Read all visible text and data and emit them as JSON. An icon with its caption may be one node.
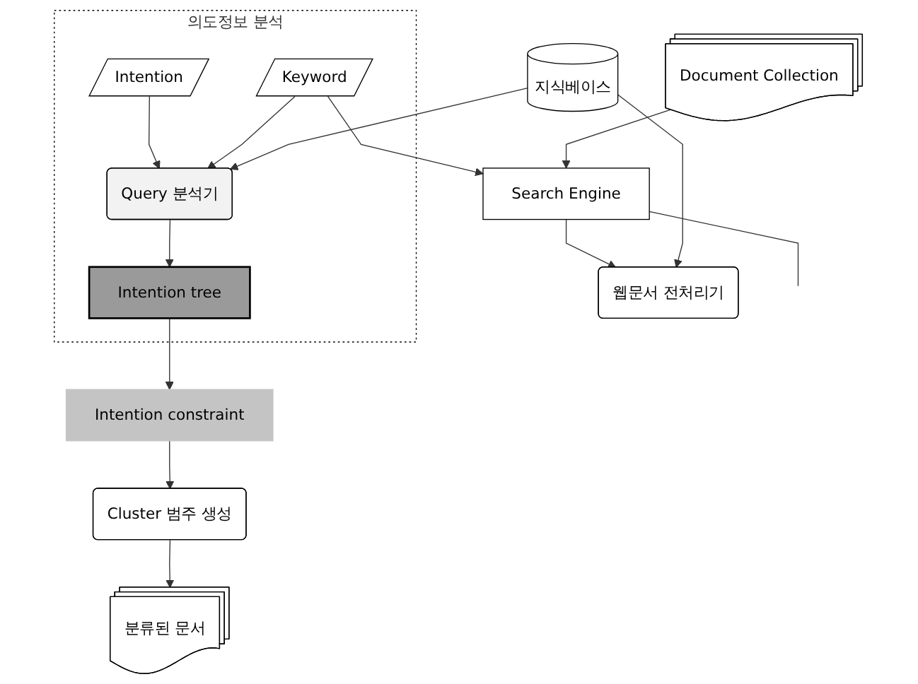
{
  "diagram": {
    "nodes": [
      {
        "text": [
          "의도정보 분석"
        ]
      },
      {
        "text": [
          "Document Collection"
        ]
      },
      {
        "text": [
          "Intention"
        ],
        "in": 0
      },
      {
        "text": [
          "Keyword"
        ],
        "in": 0
      },
      {
        "text": [
          "Search Engine"
        ]
      },
      {
        "text": [
          "지식베이스"
        ]
      },
      {
        "text": [
          "Query 분석기"
        ],
        "in": 0
      },
      {
        "text": [
          "웹문서 전처리기"
        ]
      },
      {
        "text": [
          "Intention tree"
        ],
        "in": 0
      },
      {
        "text": [
          "Intention constraint"
        ]
      },
      {
        "text": [
          "Cluster 범주 생성"
        ]
      },
      {
        "text": [
          "분류된 문서"
        ]
      }
    ],
    "edges": [
      {
        "from": 1,
        "to": 4,
        "arrow": "to"
      },
      {
        "from": 2,
        "to": 6,
        "arrow": "to"
      },
      {
        "from": 3,
        "to": 6,
        "arrow": "to"
      },
      {
        "from": 3,
        "to": 4,
        "arrow": "to"
      },
      {
        "from": 4,
        "to": 7,
        "arrow": "to"
      },
      {
        "from": 4,
        "to": null,
        "arrow": "none"
      },
      {
        "from": 5,
        "to": 6,
        "arrow": "to"
      },
      {
        "from": 5,
        "to": 7,
        "arrow": "to"
      },
      {
        "from": 6,
        "to": 8,
        "arrow": "to"
      },
      {
        "from": 8,
        "to": 9,
        "arrow": "to"
      },
      {
        "from": 9,
        "to": 10,
        "arrow": "to"
      },
      {
        "from": 10,
        "to": 11,
        "arrow": "to"
      }
    ]
  }
}
